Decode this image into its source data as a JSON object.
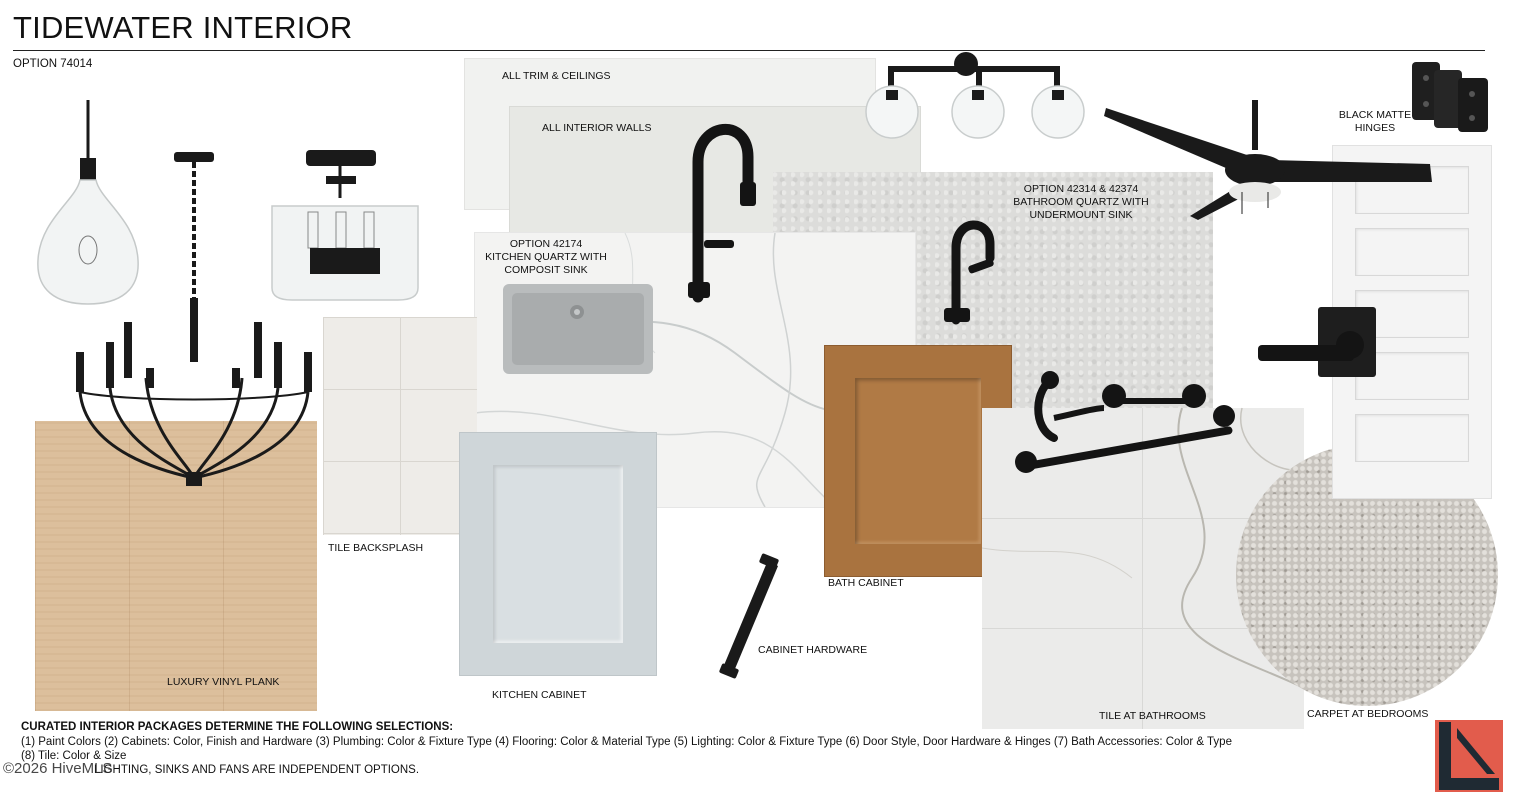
{
  "header": {
    "title": "TIDEWATER INTERIOR",
    "option": "OPTION 74014"
  },
  "labels": {
    "trim": "ALL TRIM & CEILINGS",
    "walls": "ALL INTERIOR WALLS",
    "kitchen_quartz": [
      "OPTION 42174",
      "KITCHEN QUARTZ WITH",
      "COMPOSIT SINK"
    ],
    "bath_quartz": [
      "OPTION 42314 & 42374",
      "BATHROOM QUARTZ WITH",
      "UNDERMOUNT SINK"
    ],
    "hinges": [
      "BLACK MATTE",
      "HINGES"
    ],
    "backsplash": "TILE BACKSPLASH",
    "lvp": "LUXURY VINYL PLANK",
    "kitchen_cabinet": "KITCHEN CABINET",
    "bath_cabinet": "BATH CABINET",
    "cabinet_hardware": "CABINET HARDWARE",
    "tile_bath": "TILE AT BATHROOMS",
    "carpet": "CARPET AT BEDROOMS"
  },
  "footer": {
    "heading": "CURATED INTERIOR PACKAGES DETERMINE THE FOLLOWING SELECTIONS:",
    "line1": "(1)  Paint Colors  (2) Cabinets: Color, Finish and Hardware  (3) Plumbing: Color & Fixture Type  (4) Flooring: Color & Material Type  (5) Lighting: Color & Fixture Type  (6) Door Style, Door Hardware & Hinges  (7) Bath Accessories: Color & Type",
    "line2": "(8) Tile: Color & Size",
    "line3": "LIGHTING, SINKS AND FANS ARE INDEPENDENT OPTIONS.",
    "watermark": "©2026 HiveMLS"
  },
  "colors": {
    "logo_red": "#e25c4c",
    "logo_dark": "#1f2a33",
    "fixture_black": "#1a1a1a"
  }
}
